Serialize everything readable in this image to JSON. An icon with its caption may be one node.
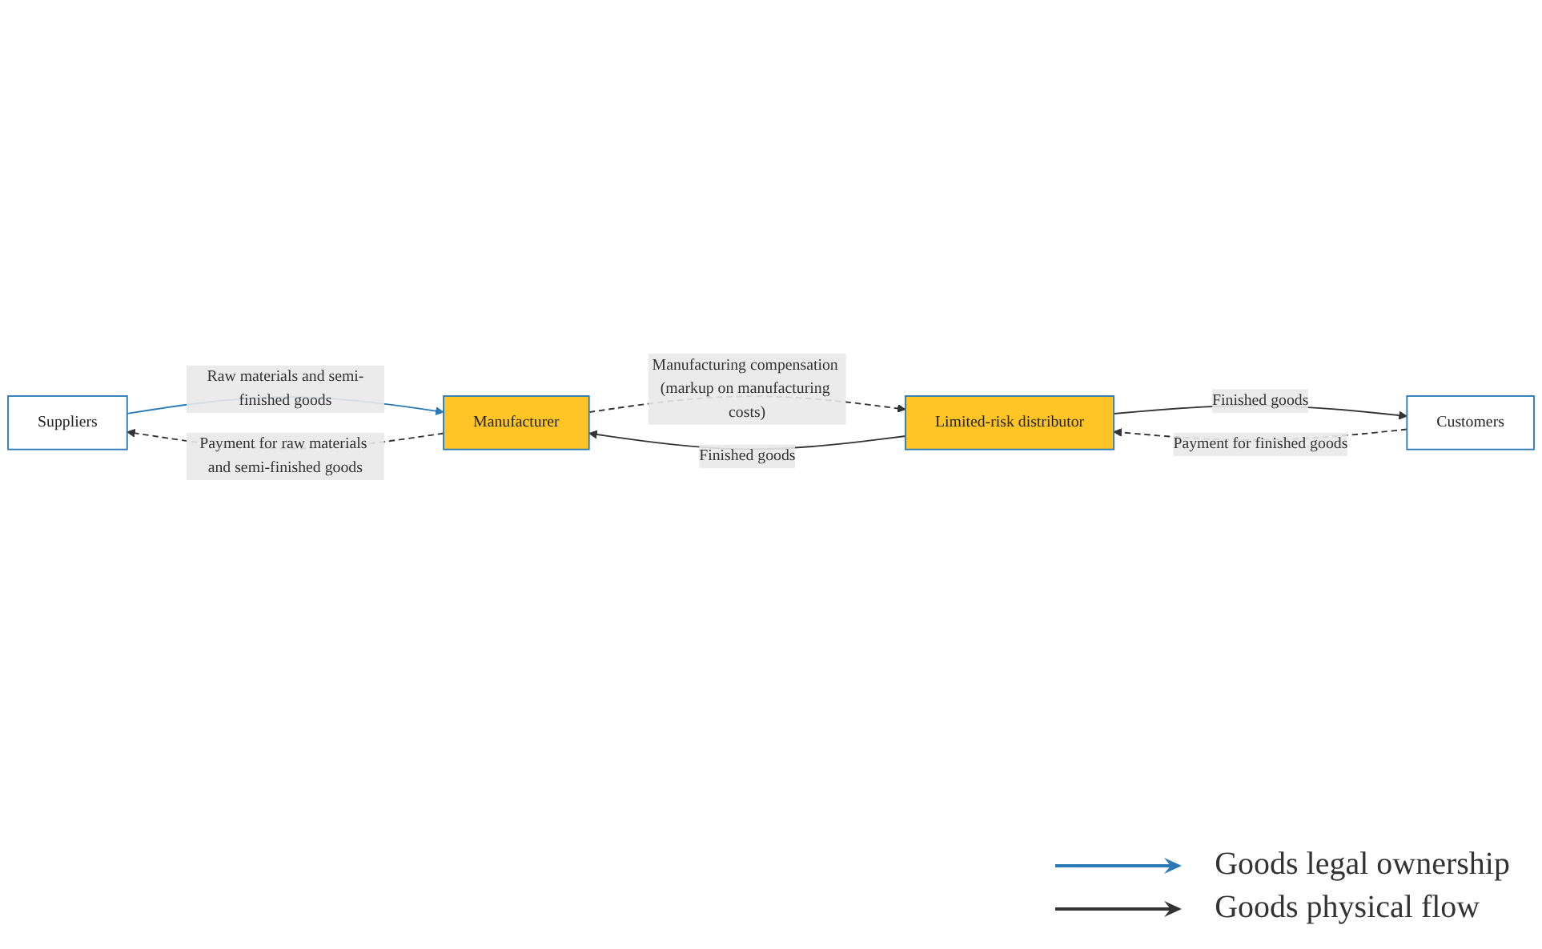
{
  "diagram": {
    "nodes": [
      {
        "text": [
          "Suppliers"
        ]
      },
      {
        "text": [
          "Limited-risk distributor"
        ]
      },
      {
        "text": [
          "Manufacturer"
        ]
      },
      {
        "text": [
          "Customers"
        ]
      }
    ],
    "edges": [
      {
        "from": 0,
        "to": 2,
        "arrow": "to",
        "label": "Raw materials and semi-finished goods",
        "color": "#2a7ab8"
      },
      {
        "from": 2,
        "to": 0,
        "arrow": "to",
        "label": "Payment for raw materials and semi-finished goods",
        "style": "dashed"
      },
      {
        "from": 1,
        "to": 2,
        "arrow": "to",
        "label": "Finished goods"
      },
      {
        "from": 2,
        "to": 1,
        "arrow": "to",
        "label": "Manufacturing compensation (markup on manufacturing costs)",
        "style": "dashed"
      },
      {
        "from": 1,
        "to": 3,
        "arrow": "to",
        "label": "Finished goods"
      },
      {
        "from": 3,
        "to": 1,
        "arrow": "to",
        "label": "Payment for finished goods",
        "style": "dashed"
      }
    ],
    "legend": [
      {
        "text": "Goods legal ownership"
      },
      {
        "text": "Goods physical flow"
      }
    ]
  }
}
